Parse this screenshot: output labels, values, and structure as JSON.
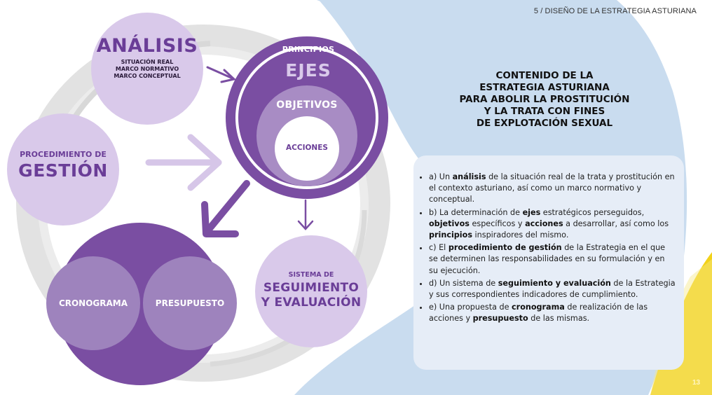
{
  "header": {
    "section_label": "5 / DISEÑO DE LA ESTRATEGIA ASTURIANA"
  },
  "diagram": {
    "analisis": {
      "title": "ANÁLISIS",
      "lines": [
        "SITUACIÓN REAL",
        "MARCO NORMATIVO",
        "MARCO CONCEPTUAL"
      ]
    },
    "principios": "PRINCIPIOS",
    "ejes": "EJES",
    "objetivos": "OBJETIVOS",
    "acciones": "ACCIONES",
    "procedimiento": {
      "line1": "PROCEDIMIENTO DE",
      "line2": "GESTIÓN"
    },
    "seguimiento": {
      "line1": "SISTEMA DE",
      "line2": "SEGUIMIENTO",
      "line3": "Y EVALUACIÓN"
    },
    "cronograma": "CRONOGRAMA",
    "presupuesto": "PRESUPUESTO"
  },
  "content": {
    "title_lines": [
      "CONTENIDO DE LA",
      "ESTRATEGIA ASTURIANA",
      "PARA ABOLIR LA PROSTITUCIÓN",
      "Y LA TRATA CON FINES",
      "DE EXPLOTACIÓN SEXUAL"
    ],
    "items": [
      [
        {
          "t": "a) Un "
        },
        {
          "t": "análisis",
          "b": true
        },
        {
          "t": " de la situación real de la trata y prostitución en el contexto asturiano, así como un marco normativo y conceptual."
        }
      ],
      [
        {
          "t": "b) La determinación de "
        },
        {
          "t": "ejes",
          "b": true
        },
        {
          "t": " estratégicos perseguidos, "
        },
        {
          "t": "objetivos",
          "b": true
        },
        {
          "t": " específicos y "
        },
        {
          "t": "acciones",
          "b": true
        },
        {
          "t": " a desarrollar, así como los "
        },
        {
          "t": "principios",
          "b": true
        },
        {
          "t": " inspiradores del mismo."
        }
      ],
      [
        {
          "t": "c) El "
        },
        {
          "t": "procedimiento de gestión",
          "b": true
        },
        {
          "t": " de la Estrategia en el que se determinen las responsabilidades en su formulación y en su ejecución."
        }
      ],
      [
        {
          "t": "d) Un sistema de "
        },
        {
          "t": "seguimiento y evaluación",
          "b": true
        },
        {
          "t": " de la Estrategia y sus correspondientes indicadores de cumplimiento."
        }
      ],
      [
        {
          "t": "e) Una propuesta de "
        },
        {
          "t": "cronograma",
          "b": true
        },
        {
          "t": " de realización de las acciones y "
        },
        {
          "t": "presupuesto",
          "b": true
        },
        {
          "t": " de las mismas."
        }
      ]
    ]
  },
  "page_number": "13",
  "colors": {
    "light_purple": "#d9c9ea",
    "dark_purple": "#7a4ea2",
    "mid_purple": "#a88cc4",
    "muted_purple": "#9e83bd",
    "title_purple": "#6a3d97",
    "blue_band": "#c9dcef",
    "yellow": "#f2d21a"
  }
}
